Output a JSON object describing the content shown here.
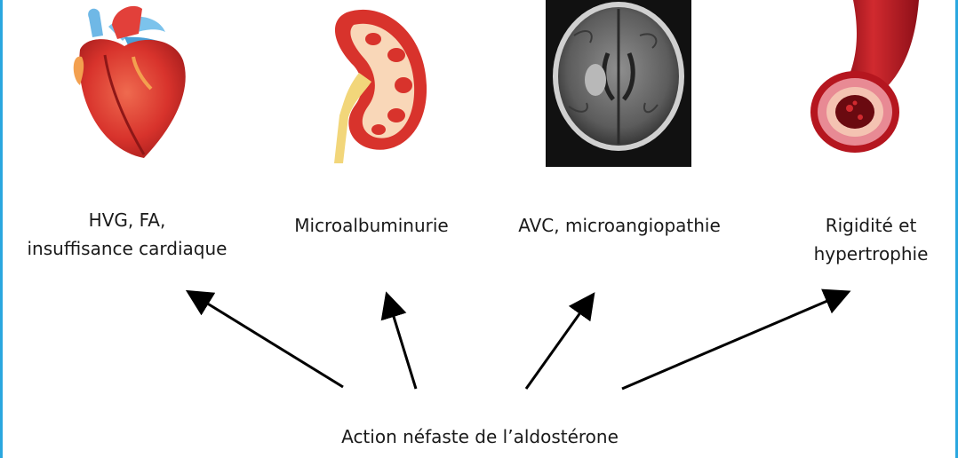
{
  "colors": {
    "frame": "#2aa7df",
    "heart": "#d8332c",
    "vessel": "#b5161f",
    "arrow": "#000000"
  },
  "organs": [
    {
      "icon": "heart-icon",
      "label": "HVG, FA,\ninsuffisance cardiaque"
    },
    {
      "icon": "kidney-icon",
      "label": "Microalbuminurie"
    },
    {
      "icon": "brain-mri-icon",
      "label": "AVC, microangiopathie"
    },
    {
      "icon": "artery-icon",
      "label": "Rigidité et\nhypertrophie"
    }
  ],
  "source": {
    "label": "Action néfaste de l’aldostérone"
  }
}
